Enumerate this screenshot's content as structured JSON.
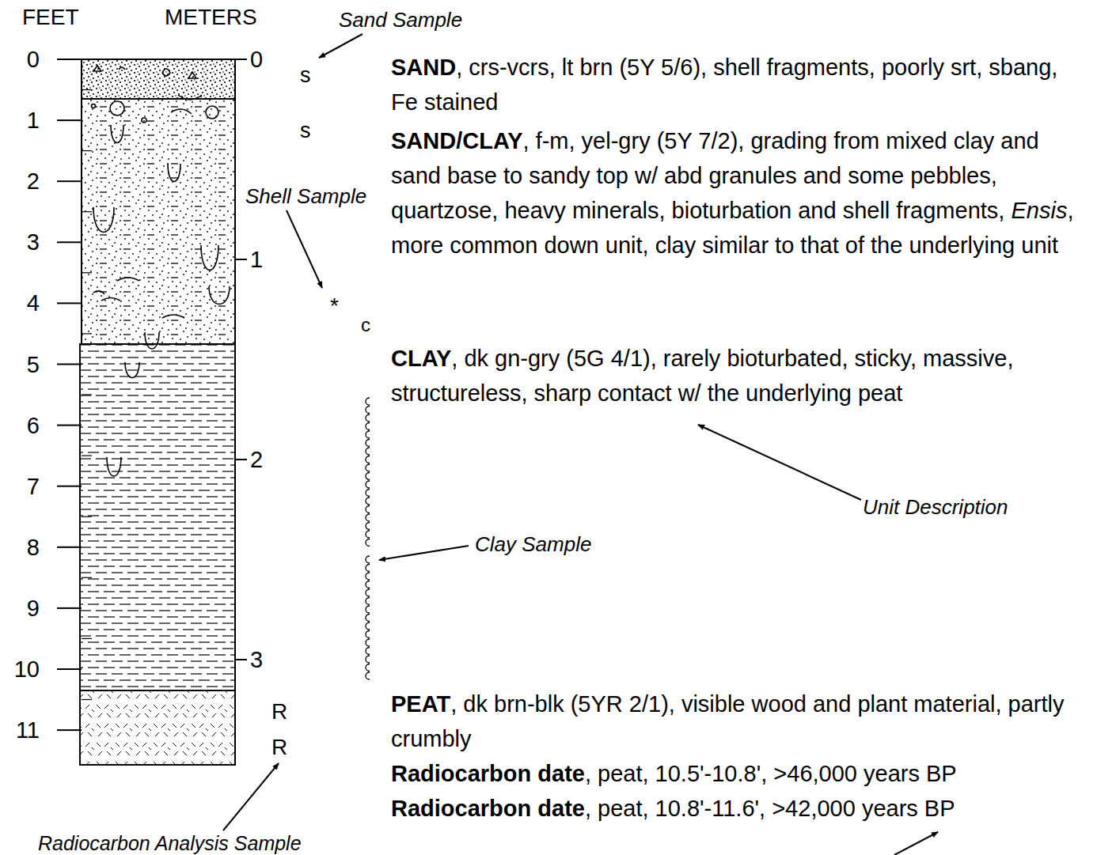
{
  "diagram": {
    "labels": [
      "FEET",
      "METERS",
      "Sand Sample",
      "0",
      "1",
      "2",
      "3",
      "4",
      "5",
      "6",
      "7",
      "8",
      "9",
      "10",
      "11",
      "0",
      "1",
      "2",
      "3",
      "s",
      "s",
      "Shell Sample",
      "*",
      "c",
      "Clay Sample",
      "R",
      "R",
      "Radiocarbon Analysis Sample",
      "Unit Description",
      "SAND",
      ", crs-vcrs, lt brn (5Y 5/6), shell fragments, poorly srt, sbang, Fe stained",
      "SAND/CLAY",
      ", f-m, yel-gry (5Y 7/2), grading from mixed clay and sand base to sandy top w/ abd granules and some pebbles, quartzose, heavy minerals, bioturbation and shell fragments,",
      "Ensis",
      ", more common down unit, clay similar to that of the underlying unit",
      "CLAY",
      ", dk gn-gry (5G 4/1), rarely bioturbated, sticky, massive, structureless, sharp contact w/ the underlying peat",
      "PEAT",
      ", dk brn-blk (5YR 2/1), visible wood and plant material, partly crumbly",
      "Radiocarbon date",
      ", peat, 10.5'-10.8', >46,000 years BP",
      "Radiocarbon date",
      ", peat, 10.8'-11.6', >42,000 years BP"
    ]
  }
}
